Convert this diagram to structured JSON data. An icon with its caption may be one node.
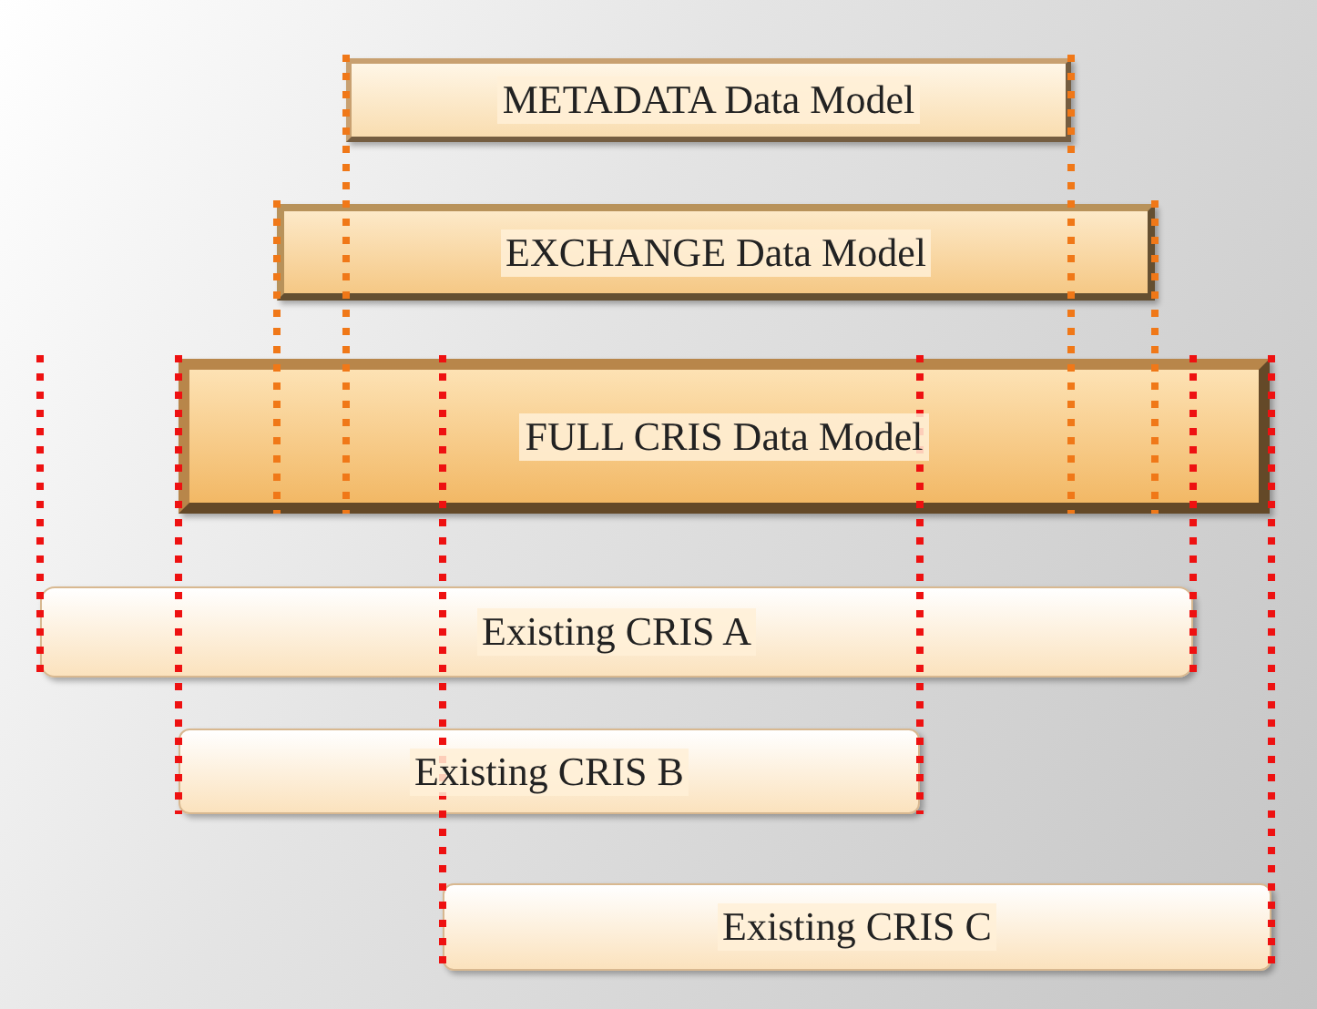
{
  "diagram": {
    "nodes": [
      {
        "text": [
          "METADATA Data Model"
        ]
      },
      {
        "text": [
          "EXCHANGE Data Model"
        ]
      },
      {
        "text": [
          "FULL CRIS Data Model"
        ]
      },
      {
        "text": [
          "Existing CRIS A"
        ]
      },
      {
        "text": [
          "Existing CRIS B"
        ]
      },
      {
        "text": [
          "Existing CRIS C"
        ]
      }
    ]
  }
}
